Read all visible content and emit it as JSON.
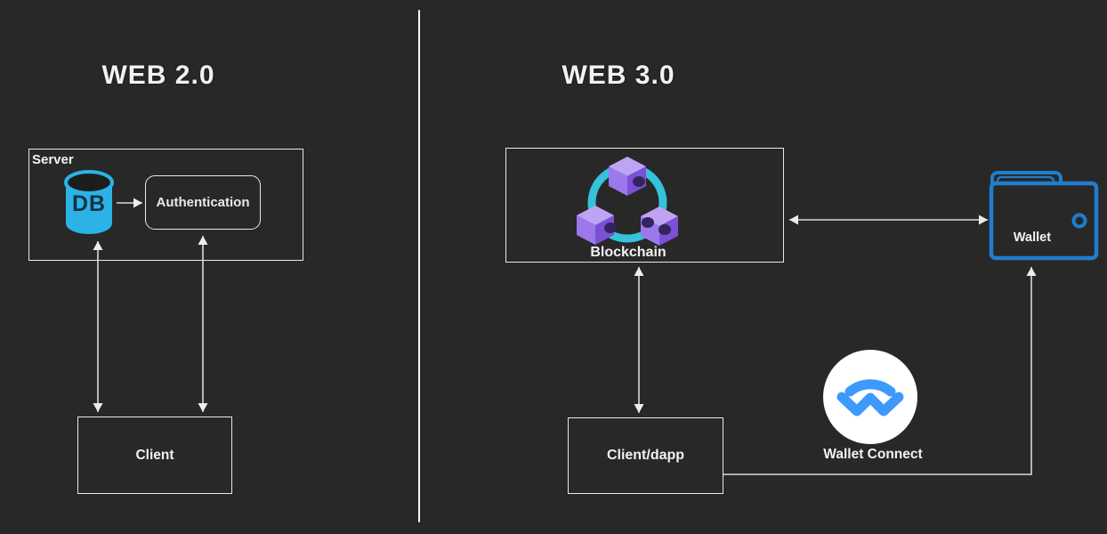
{
  "diagram": {
    "left": {
      "title": "WEB 2.0",
      "server": {
        "label": "Server",
        "db_label": "DB",
        "auth_label": "Authentication"
      },
      "client_label": "Client"
    },
    "right": {
      "title": "WEB 3.0",
      "blockchain_label": "Blockchain",
      "wallet_label": "Wallet",
      "wallet_connect_label": "Wallet Connect",
      "client_label": "Client/dapp"
    }
  },
  "colors": {
    "background": "#282828",
    "box_border": "#e9e9e9",
    "text": "#f2f2f2",
    "line": "#d9d9d9",
    "db_cyan": "#2bb3e8",
    "db_text": "#16323f",
    "icon_dark": "#1d1d1d",
    "wallet_blue": "#1f7ecd",
    "walletconnect_blue": "#3e99fc",
    "white": "#ffffff",
    "cube_top": "#bfa3f5",
    "cube_left": "#9c78ea",
    "cube_right": "#7b50d6",
    "ring_cyan": "#35c2da",
    "cube_hole": "#32255e"
  }
}
